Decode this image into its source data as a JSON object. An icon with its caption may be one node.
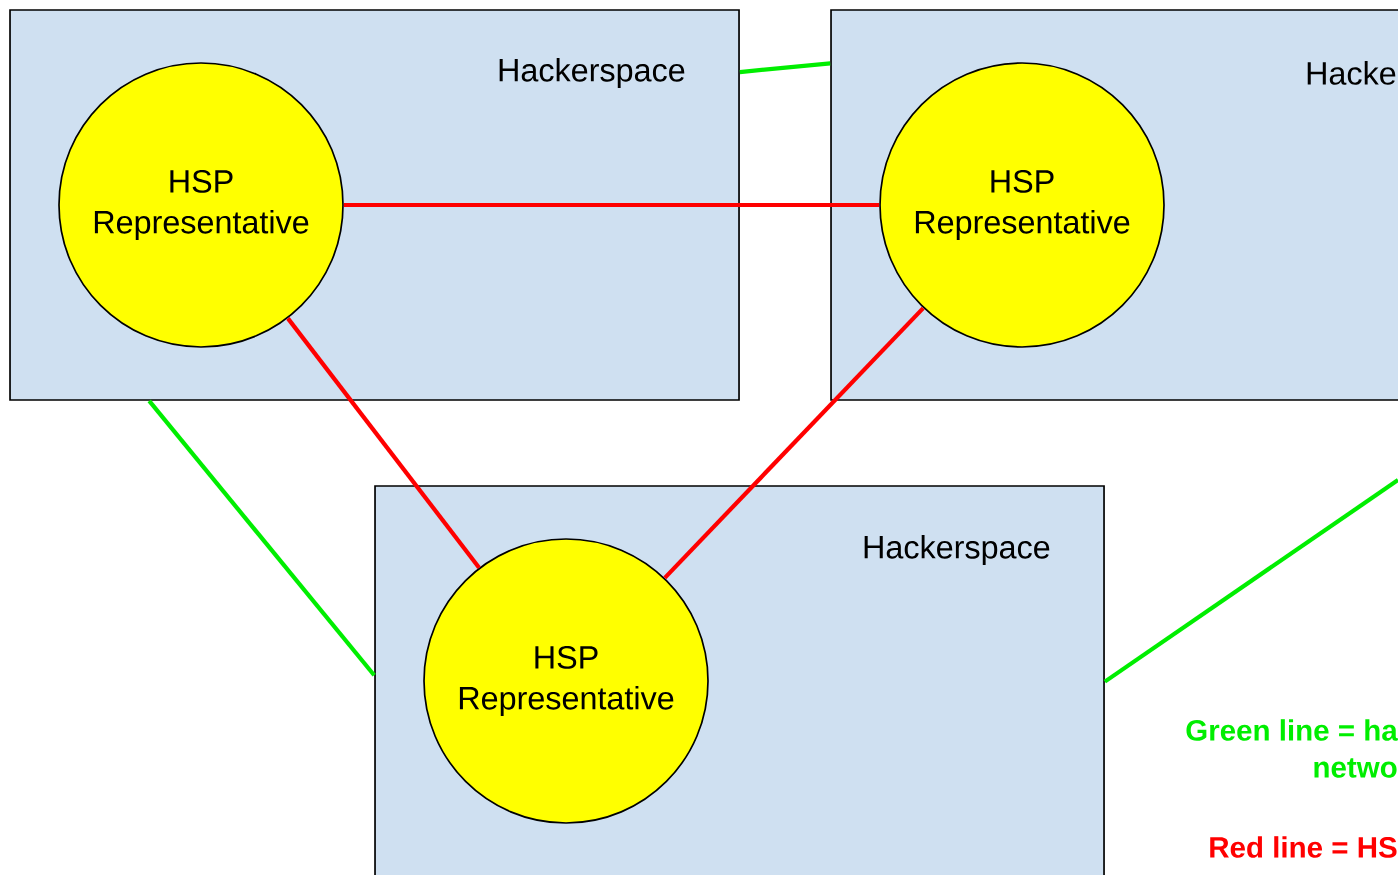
{
  "diagram": {
    "nodes": [
      {
        "text": [
          "Hackerspace"
        ]
      },
      {
        "text": [
          "HSP Representative"
        ],
        "in": 0
      },
      {
        "text": [
          "Hacke"
        ]
      },
      {
        "text": [
          "HSP Representative"
        ],
        "in": 2
      },
      {
        "text": [
          "Hackerspace"
        ]
      },
      {
        "text": [
          "HSP Representative"
        ],
        "in": 4
      }
    ],
    "edges": [
      {
        "from": 0,
        "to": 2,
        "arrow": "none",
        "color": "#00ee00"
      },
      {
        "from": 0,
        "to": 4,
        "arrow": "none",
        "color": "#00ee00"
      },
      {
        "from": 4,
        "to": null,
        "arrow": "none",
        "color": "#00ee00"
      },
      {
        "from": 1,
        "to": 3,
        "arrow": "none",
        "color": "#ff0000"
      },
      {
        "from": 1,
        "to": 5,
        "arrow": "none",
        "color": "#ff0000"
      },
      {
        "from": 3,
        "to": 5,
        "arrow": "none",
        "color": "#ff0000"
      }
    ],
    "labels": [
      "Green line = ha",
      "netwo",
      "Red line = HS"
    ]
  }
}
